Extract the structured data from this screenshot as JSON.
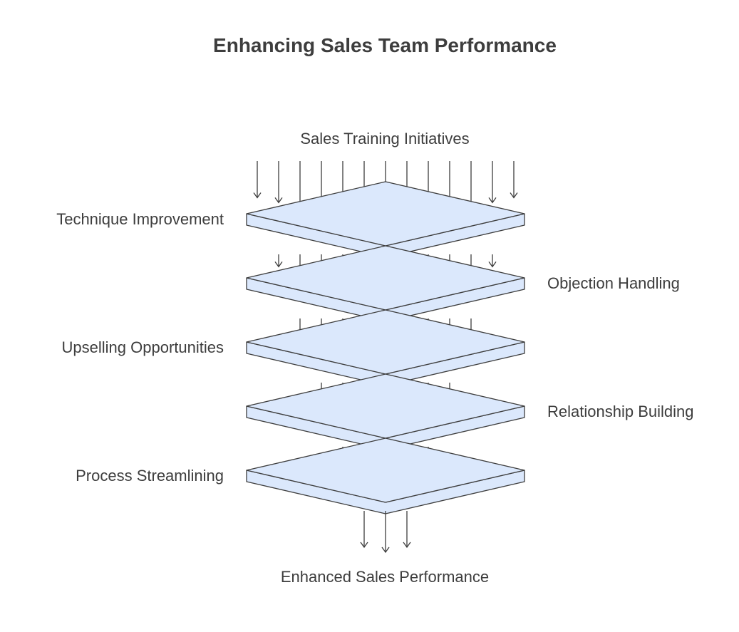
{
  "title": "Enhancing Sales Team Performance",
  "input_label": "Sales Training Initiatives",
  "output_label": "Enhanced Sales Performance",
  "layers": [
    {
      "label": "Technique Improvement",
      "side": "left"
    },
    {
      "label": "Objection Handling",
      "side": "right"
    },
    {
      "label": "Upselling Opportunities",
      "side": "left"
    },
    {
      "label": "Relationship Building",
      "side": "right"
    },
    {
      "label": "Process Streamlining",
      "side": "left"
    }
  ],
  "colors": {
    "layer_fill": "#dbe8fc",
    "stroke": "#3d3d3d",
    "text": "#3d3d3d"
  }
}
